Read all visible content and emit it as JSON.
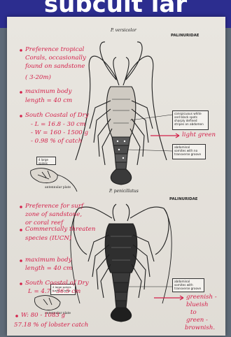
{
  "top_heading": "subcult lar",
  "upper": {
    "species_label": "P. versicolor",
    "family_label": "PALINURIDAE",
    "notes": [
      "Preference tropical",
      "Corals, occasionally",
      "found on sandstone",
      "( 3-20m)",
      "maximum body",
      "length = 40 cm",
      "South Coastal of Dry",
      "- L = 16.8 - 30 cm",
      "- W = 160 - 1500 g",
      "- 0.98 % of catch"
    ],
    "color_note": "light green",
    "label_box_1": [
      "conspicuous white",
      "and black spots",
      "sharply defined",
      "stripes on abdomen"
    ],
    "label_box_2": [
      "abdominal",
      "somites with no",
      "transverse groove"
    ],
    "inset_label": "4 large spines",
    "caption": "antennular plate"
  },
  "lower": {
    "species_label": "P. penicillatus",
    "family_label": "PALINURIDAE",
    "notes": [
      "Preference for surf",
      "zone of sandstone,",
      "or coral reef",
      "Commercially threaten",
      "species (IUCN)",
      "maximum body",
      "length = 40 cm",
      "South Coastal of Dry",
      "L = 4.7 - 36.5 cm",
      "W: 80 - 1083 g",
      "57.18 % of lobster catch"
    ],
    "color_note": [
      "greenish -",
      "blueish",
      "to",
      "green -",
      "brownish."
    ],
    "label_box_1": [
      "abdominal",
      "somites with",
      "transverse groove"
    ],
    "inset_label": "4 large spines fused at base",
    "caption": "antennular plate"
  },
  "colors": {
    "ink_red": "#d4204a",
    "paper": "#e9e6e0",
    "top_band": "#2c2d8f",
    "backdrop": "#5f6b78"
  }
}
